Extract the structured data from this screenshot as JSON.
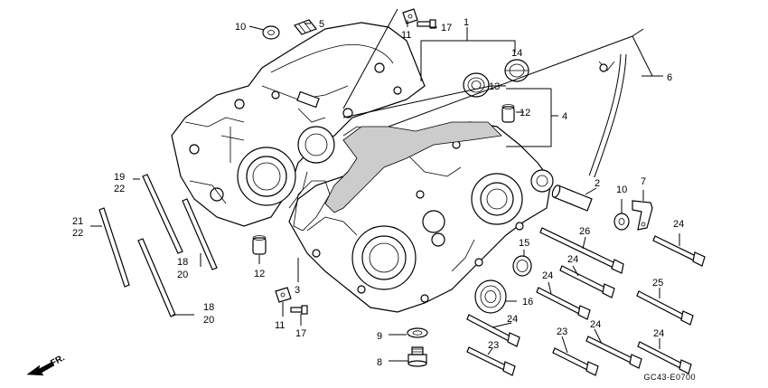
{
  "diagram": {
    "code": "GC43-E0700",
    "direction_label": "FR.",
    "callouts": {
      "c10a": "10",
      "c5": "5",
      "c11a": "11",
      "c17a": "17",
      "c1": "1",
      "c14": "14",
      "c13": "13",
      "c6": "6",
      "c12a": "12",
      "c4": "4",
      "c19": "19",
      "c22a": "22",
      "c21": "21",
      "c22b": "22",
      "c18a": "18",
      "c20a": "20",
      "c12b": "12",
      "c3": "3",
      "c18b": "18",
      "c20b": "20",
      "c11b": "11",
      "c17b": "17",
      "c2": "2",
      "c10b": "10",
      "c7": "7",
      "c24a": "24",
      "c26": "26",
      "c15": "15",
      "c24b": "24",
      "c24c": "24",
      "c25": "25",
      "c16": "16",
      "c24d": "24",
      "c9": "9",
      "c23a": "23",
      "c23b": "23",
      "c24e": "24",
      "c24f": "24",
      "c8": "8"
    }
  }
}
